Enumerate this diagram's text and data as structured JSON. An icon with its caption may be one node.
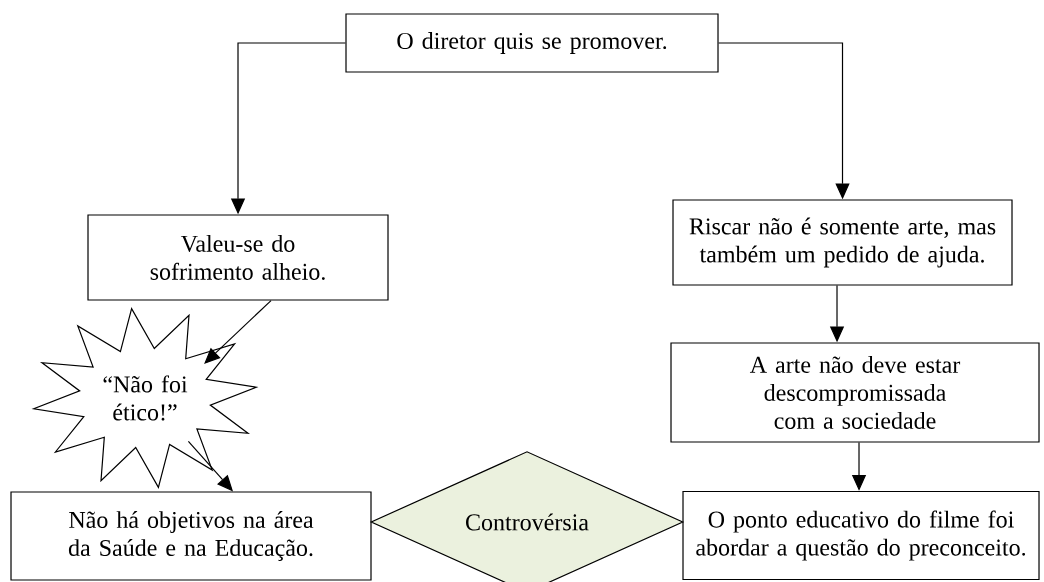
{
  "diagram": {
    "nodes": [
      {
        "text": [
          "O diretor quis se promover."
        ]
      },
      {
        "text": [
          "Valeu-se do sofrimento alheio."
        ]
      },
      {
        "text": [
          "Riscar não é somente arte, mas também um pedido de ajuda."
        ]
      },
      {
        "text": [
          "“Não foi ético!”"
        ]
      },
      {
        "text": [
          "A arte não deve estar descompromissada com a sociedade"
        ]
      },
      {
        "text": [
          "Não há objetivos na área da Saúde e na Educação."
        ]
      },
      {
        "text": [
          "Controvérsia"
        ]
      },
      {
        "text": [
          "O ponto educativo do filme foi abordar a questão do preconceito."
        ]
      }
    ],
    "edges": [
      {
        "from": 0,
        "to": 1,
        "arrow": "to"
      },
      {
        "from": 0,
        "to": 2,
        "arrow": "to"
      },
      {
        "from": 1,
        "to": 3,
        "arrow": "to"
      },
      {
        "from": 3,
        "to": 5,
        "arrow": "to"
      },
      {
        "from": 2,
        "to": 4,
        "arrow": "to"
      },
      {
        "from": 4,
        "to": 7,
        "arrow": "to"
      }
    ]
  }
}
